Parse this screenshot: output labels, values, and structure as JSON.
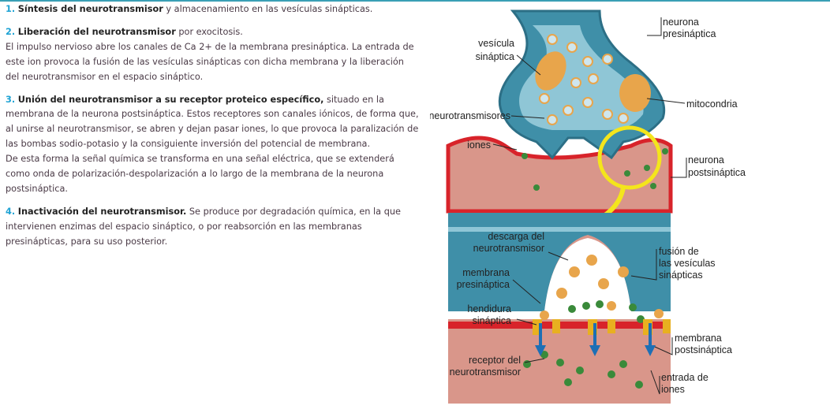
{
  "steps": [
    {
      "num": "1.",
      "title": "Síntesis del neurotransmisor",
      "text": " y almacenamiento en las vesículas sinápticas."
    },
    {
      "num": "2.",
      "title": "Liberación del neurotransmisor",
      "text": " por exocitosis.",
      "body": [
        "El impulso nervioso abre los canales de Ca 2+ de la membrana presináptica. La entrada de este ion provoca la fusión de las vesículas sinápticas con dicha membrana y la liberación del neurotransmisor en el espacio sináptico."
      ]
    },
    {
      "num": "3.",
      "title": "Unión del neurotransmisor a su receptor proteico específico,",
      "text": " situado en la membrana de la neurona postsináptica. Estos receptores son canales iónicos, de forma que, al unirse al neurotransmisor, se abren y dejan pasar iones, lo que provoca la paralización de las bombas sodio-potasio y la consiguiente inversión del potencial de membrana.",
      "body": [
        "De esta forma la señal química se transforma en una señal eléctrica, que se extenderá como onda de polarización-despolarización a lo largo de la membrana de la neurona postsináptica."
      ]
    },
    {
      "num": "4.",
      "title": "Inactivación del neurotransmisor.",
      "text": " Se produce por degradación química, en la que intervienen enzimas del espacio sináptico, o por reabsorción en las membranas presinápticas, para su uso posterior."
    }
  ],
  "diagram": {
    "top_labels": {
      "neurona_presinaptica": [
        "neurona",
        "presináptica"
      ],
      "vesicula": [
        "vesícula",
        "sináptica"
      ],
      "mitocondria": "mitocondria",
      "neurotransmisores": "neurotransmisores",
      "iones": "iones",
      "neurona_postsinaptica": [
        "neurona",
        "postsináptica"
      ]
    },
    "bottom_labels": {
      "descarga": [
        "descarga del",
        "neurotransmisor"
      ],
      "fusion": [
        "fusión de",
        "las vesículas",
        "sinápticas"
      ],
      "membrana_pre": [
        "membrana",
        "presináptica"
      ],
      "hendidura": [
        "hendidura",
        "sináptica"
      ],
      "membrana_post": [
        "membrana",
        "postsináptica"
      ],
      "receptor": [
        "receptor del",
        "neurotransmisor"
      ],
      "entrada": [
        "entrada de",
        "iones"
      ]
    },
    "colors": {
      "presynaptic": "#3f8fa8",
      "postsynaptic": "#d9968a",
      "membrane": "#d8232a",
      "highlight": "#f4e51c",
      "vesicle": "#e8a54b",
      "ion": "#3a8a3a"
    }
  }
}
